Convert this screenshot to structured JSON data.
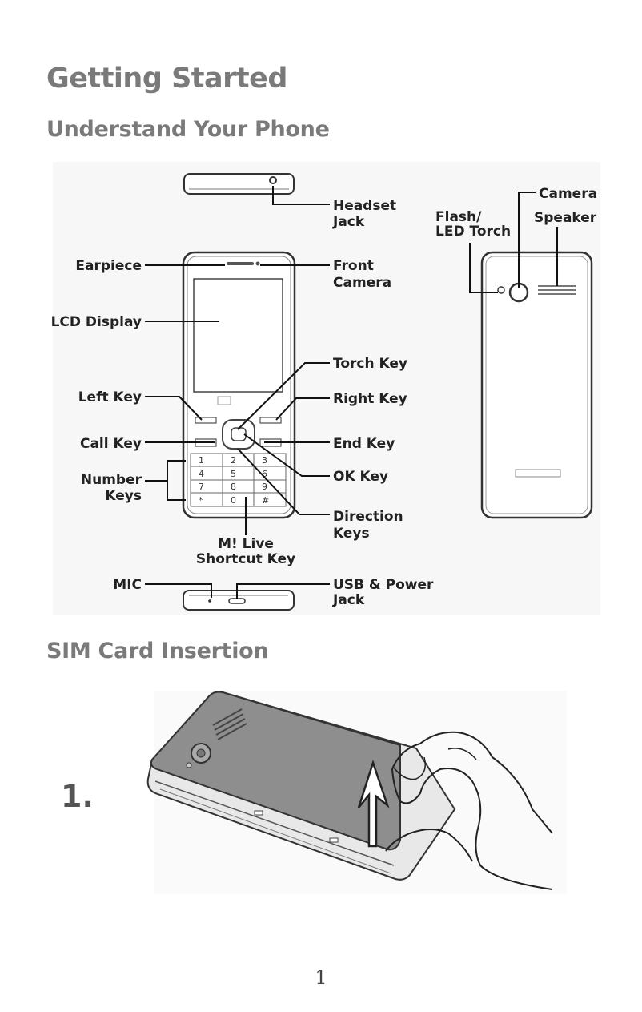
{
  "document": {
    "title": "Getting Started",
    "section1_heading": "Understand Your Phone",
    "section2_heading": "SIM Card Insertion",
    "step_number": "1.",
    "page_number": "1"
  },
  "diagram": {
    "labels": {
      "headset_jack_1": "Headset",
      "headset_jack_2": "Jack",
      "earpiece": "Earpiece",
      "front_camera_1": "Front",
      "front_camera_2": "Camera",
      "lcd_display": "LCD Display",
      "torch_key": "Torch Key",
      "left_key": "Left Key",
      "right_key": "Right Key",
      "call_key": "Call Key",
      "end_key": "End Key",
      "number_keys_1": "Number",
      "number_keys_2": "Keys",
      "ok_key": "OK Key",
      "direction_keys_1": "Direction",
      "direction_keys_2": "Keys",
      "mlive_1": "M! Live",
      "mlive_2": "Shortcut Key",
      "mic": "MIC",
      "usb_1": "USB & Power",
      "usb_2": "Jack",
      "flash_1": "Flash/",
      "flash_2": "LED Torch",
      "camera": "Camera",
      "speaker": "Speaker"
    },
    "keypad": [
      "1",
      "2",
      "3",
      "4",
      "5",
      "6",
      "7",
      "8",
      "9",
      "*",
      "0",
      "#"
    ]
  }
}
